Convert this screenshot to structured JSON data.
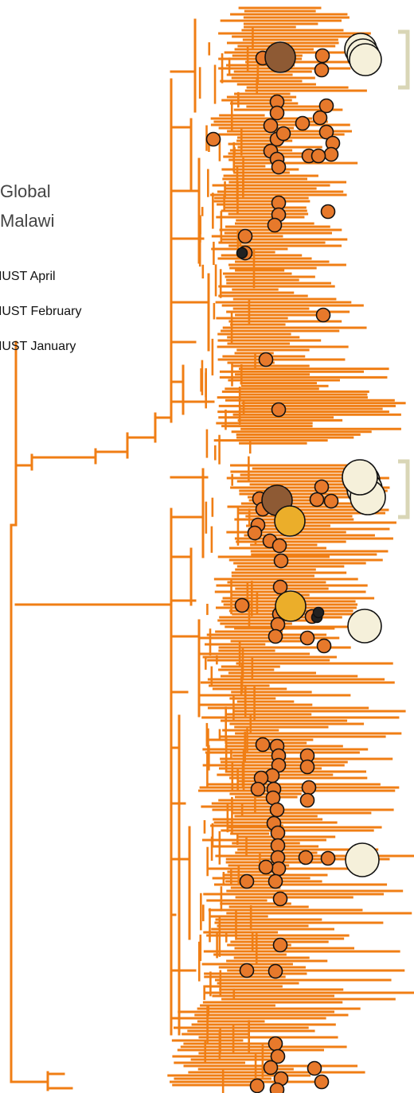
{
  "legend": {
    "title": "pling",
    "items": [
      {
        "label": "Global"
      },
      {
        "label": "Malawi"
      },
      {
        "label": "MUST April"
      },
      {
        "label": "MUST February"
      },
      {
        "label": "MUST January"
      }
    ]
  },
  "colors": {
    "branch": "#F07E14",
    "node_orange": "#E7792B",
    "node_brown": "#8E5A34",
    "node_gold": "#EBAE2A",
    "node_cream": "#F5F0DA",
    "node_dark": "#222222",
    "bracket": "#D9D6B6"
  }
}
